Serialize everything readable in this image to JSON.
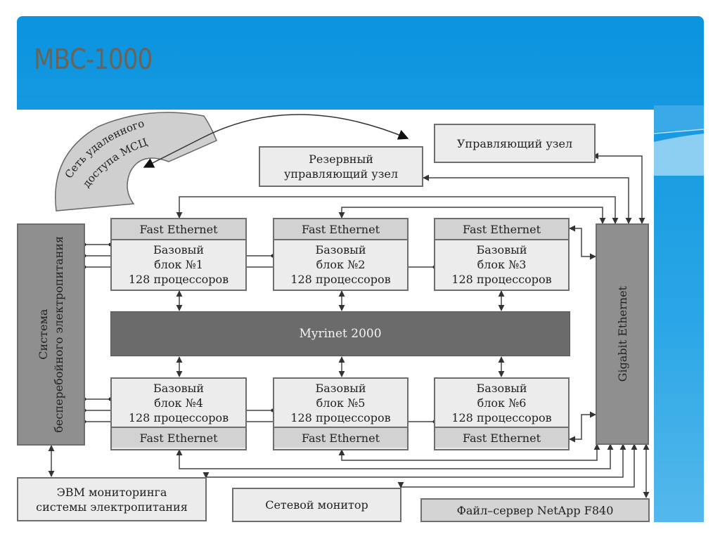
{
  "slide": {
    "title": "МВС-1000",
    "accent_color": "#0b93de"
  },
  "diagram": {
    "remote_network": {
      "line1": "Сеть удаленного",
      "line2": "доступа МСЦ"
    },
    "backup_control_node": {
      "line1": "Резервный",
      "line2": "управляющий узел"
    },
    "control_node": "Управляющий узел",
    "ups_system": {
      "line1": "Система",
      "line2": "бесперебойного электропитания"
    },
    "gigabit_ethernet": "Gigabit Ethernet",
    "myrinet": "Myrinet 2000",
    "blocks": [
      {
        "fe": "Fast Ethernet",
        "l1": "Базовый",
        "l2": "блок №1",
        "l3": "128 процессоров"
      },
      {
        "fe": "Fast Ethernet",
        "l1": "Базовый",
        "l2": "блок №2",
        "l3": "128 процессоров"
      },
      {
        "fe": "Fast Ethernet",
        "l1": "Базовый",
        "l2": "блок №3",
        "l3": "128 процессоров"
      },
      {
        "fe": "Fast Ethernet",
        "l1": "Базовый",
        "l2": "блок №4",
        "l3": "128 процессоров"
      },
      {
        "fe": "Fast Ethernet",
        "l1": "Базовый",
        "l2": "блок №5",
        "l3": "128 процессоров"
      },
      {
        "fe": "Fast Ethernet",
        "l1": "Базовый",
        "l2": "блок №6",
        "l3": "128 процессоров"
      }
    ],
    "power_monitor": {
      "line1": "ЭВМ мониторинга",
      "line2": "системы электропитания"
    },
    "network_monitor": "Сетевой монитор",
    "file_server": "Файл–сервер NetApp F840"
  }
}
